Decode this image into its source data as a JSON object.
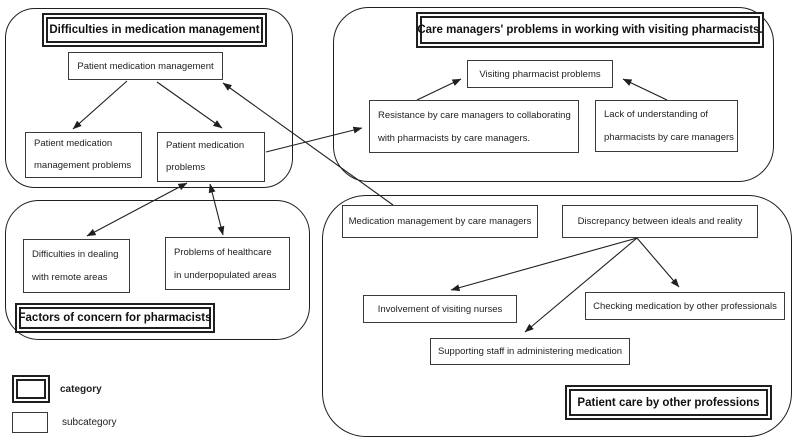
{
  "figure": {
    "type": "concept-diagram",
    "ink_color": "#1f1f1f",
    "background_color": "#ffffff"
  },
  "clusters": {
    "difficulties": {
      "title": "Difficulties in medication management",
      "patient_medication_management": "Patient medication management",
      "patient_medication_management_problems_lines": [
        "Patient medication",
        "management problems"
      ],
      "patient_medication_problems_lines": [
        "Patient medication",
        "problems"
      ]
    },
    "care_managers": {
      "title": "Care managers' problems in working with visiting pharmacists.",
      "visiting_pharmacist_problems": "Visiting pharmacist problems",
      "resistance_lines": [
        "Resistance by care managers to collaborating",
        "with pharmacists by care managers."
      ],
      "lack_of_understanding_lines": [
        "Lack of understanding of",
        "pharmacists by care managers"
      ]
    },
    "factors": {
      "title": "Factors of concern for pharmacists",
      "remote_areas_lines": [
        "Difficulties in dealing",
        "with remote areas"
      ],
      "underpopulated_areas_lines": [
        "Problems of healthcare",
        "in underpopulated areas"
      ]
    },
    "other_professions": {
      "title": "Patient care by other professions",
      "medication_management_by_care_managers": "Medication management by care managers",
      "discrepancy_between_ideals_and_reality": "Discrepancy between ideals and reality",
      "involvement_of_visiting_nurses": "Involvement of visiting nurses",
      "checking_medication_by_other_professionals": "Checking medication by other professionals",
      "supporting_staff_in_administering_medication": "Supporting staff in administering medication"
    }
  },
  "legend": {
    "category": "category",
    "subcategory": "subcategory"
  }
}
